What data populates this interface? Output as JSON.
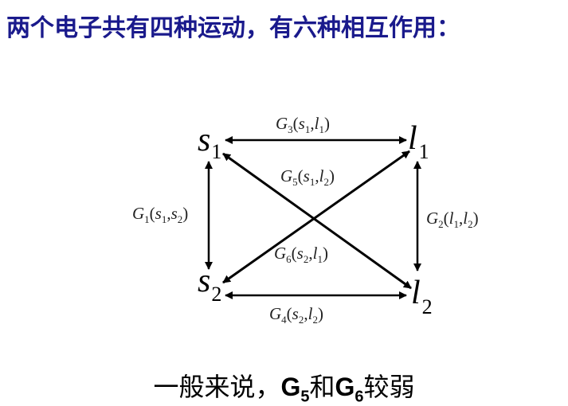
{
  "title": "两个电子共有四种运动，有六种相互作用：",
  "nodes": {
    "s1": {
      "letter": "s",
      "sub": "1"
    },
    "l1": {
      "letter": "l",
      "sub": "1"
    },
    "s2": {
      "letter": "s",
      "sub": "2"
    },
    "l2": {
      "letter": "l",
      "sub": "2"
    }
  },
  "edges": {
    "g1": {
      "symbol": "G",
      "index": "1",
      "a": "s",
      "ai": "1",
      "b": "s",
      "bi": "2"
    },
    "g2": {
      "symbol": "G",
      "index": "2",
      "a": "l",
      "ai": "1",
      "b": "l",
      "bi": "2"
    },
    "g3": {
      "symbol": "G",
      "index": "3",
      "a": "s",
      "ai": "1",
      "b": "l",
      "bi": "1"
    },
    "g4": {
      "symbol": "G",
      "index": "4",
      "a": "s",
      "ai": "2",
      "b": "l",
      "bi": "2"
    },
    "g5": {
      "symbol": "G",
      "index": "5",
      "a": "s",
      "ai": "1",
      "b": "l",
      "bi": "2"
    },
    "g6": {
      "symbol": "G",
      "index": "6",
      "a": "s",
      "ai": "2",
      "b": "l",
      "bi": "1"
    }
  },
  "footer": {
    "lead": "一般来说，",
    "g5": "G",
    "g5_sub": "5",
    "conj": "和",
    "g6": "G",
    "g6_sub": "6",
    "tail": "较弱"
  },
  "colors": {
    "title": "#1a1a8c",
    "line": "#000000"
  }
}
